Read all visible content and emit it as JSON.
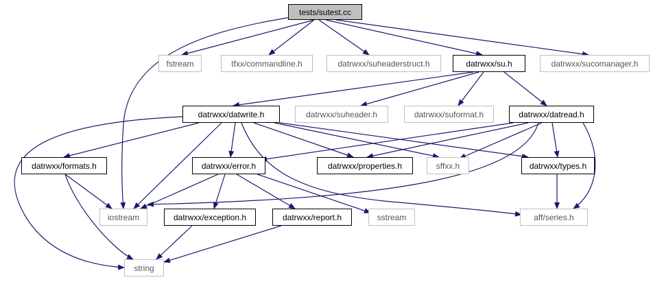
{
  "colors": {
    "edge": "#191970",
    "border_doc": "#000000",
    "border_ext": "#bfbfbf",
    "root_fill": "#bfbfbf"
  },
  "nodes": {
    "root": {
      "label": "tests/sutest.cc"
    },
    "fstream": {
      "label": "fstream"
    },
    "commandline": {
      "label": "tfxx/commandline.h"
    },
    "suheaderstruct": {
      "label": "datrwxx/suheaderstruct.h"
    },
    "su": {
      "label": "datrwxx/su.h"
    },
    "sucomanager": {
      "label": "datrwxx/sucomanager.h"
    },
    "datwrite": {
      "label": "datrwxx/datwrite.h"
    },
    "suheader": {
      "label": "datrwxx/suheader.h"
    },
    "suformat": {
      "label": "datrwxx/suformat.h"
    },
    "datread": {
      "label": "datrwxx/datread.h"
    },
    "formats": {
      "label": "datrwxx/formats.h"
    },
    "error": {
      "label": "datrwxx/error.h"
    },
    "properties": {
      "label": "datrwxx/properties.h"
    },
    "sffxx": {
      "label": "sffxx.h"
    },
    "types": {
      "label": "datrwxx/types.h"
    },
    "iostream": {
      "label": "iostream"
    },
    "exception": {
      "label": "datrwxx/exception.h"
    },
    "report": {
      "label": "datrwxx/report.h"
    },
    "sstream": {
      "label": "sstream"
    },
    "series": {
      "label": "aff/series.h"
    },
    "string": {
      "label": "string"
    }
  }
}
